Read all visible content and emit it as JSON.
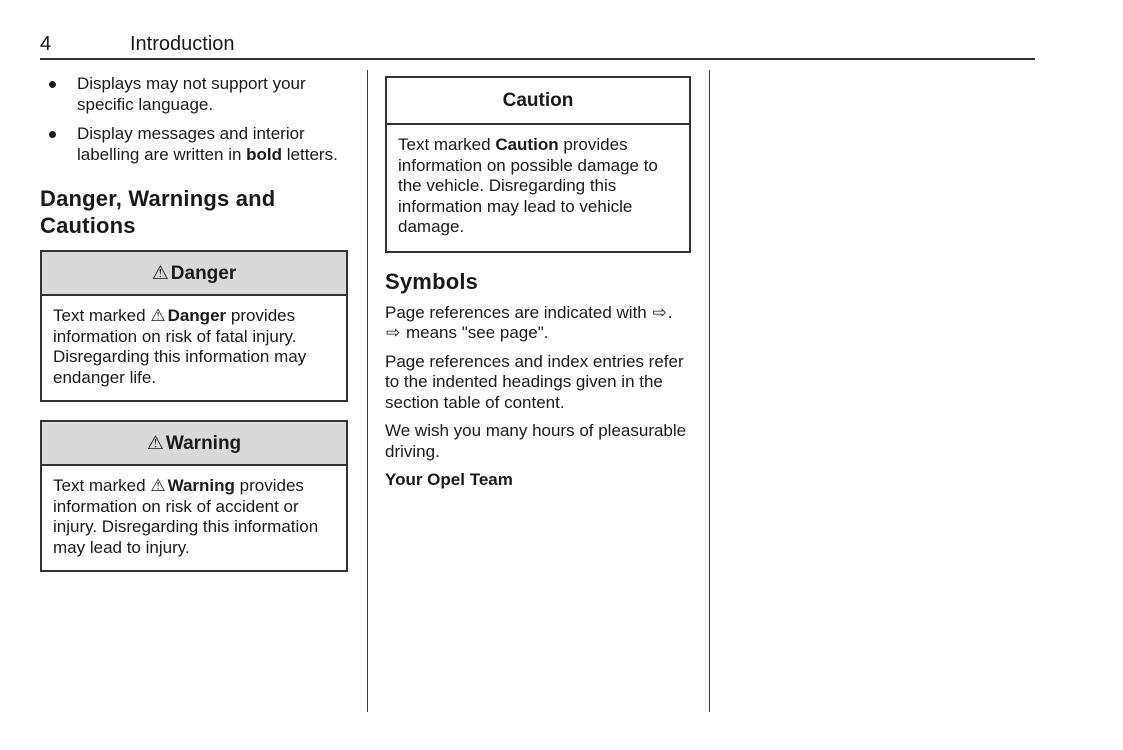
{
  "page_header": {
    "page_number": "4",
    "chapter_title": "Introduction"
  },
  "left_column": {
    "bullets": [
      {
        "pre": "Displays may not support your specific language.",
        "bold": "",
        "post": ""
      },
      {
        "pre": "Display messages and interior labelling are written in ",
        "bold": "bold",
        "post": " letters."
      }
    ],
    "section_heading": "Danger, Warnings and Cautions",
    "danger_box": {
      "icon": "⚠",
      "title": "Danger",
      "body_pre": "Text marked ",
      "body_icon": "⚠",
      "body_bold": "Danger",
      "body_post": " provides information on risk of fatal injury. Disregarding this information may endanger life."
    },
    "warning_box": {
      "icon": "⚠",
      "title": "Warning",
      "body_pre": "Text marked ",
      "body_icon": "⚠",
      "body_bold": "Warning",
      "body_post": " provides information on risk of accident or injury. Disregarding this information may lead to injury."
    }
  },
  "middle_column": {
    "caution_box": {
      "title": "Caution",
      "body_pre": "Text marked ",
      "body_bold": "Caution",
      "body_post": " provides information on possible damage to the vehicle. Disregarding this information may lead to vehicle damage."
    },
    "symbols": {
      "heading": "Symbols",
      "arrow": "⇨",
      "p1_pre": "Page references are indicated with ",
      "p1_mid": ". ",
      "p1_post": " means \"see page\".",
      "p2": "Page references and index entries refer to the indented headings given in the section table of content.",
      "p3": "We wish you many hours of pleasurable driving.",
      "signature": "Your Opel Team"
    }
  },
  "colors": {
    "text": "#1a1a1a",
    "box_header_bg": "#d9d9d9",
    "border": "#333333",
    "page_bg": "#ffffff"
  }
}
